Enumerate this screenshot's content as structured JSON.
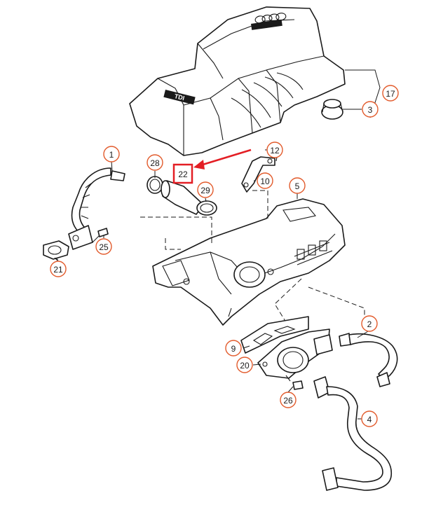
{
  "diagram": {
    "accent_color": "#e25b2c",
    "highlight_color": "#e31e24",
    "highlighted_part": "22",
    "logo": {
      "brand_rings": "audi-rings-logo",
      "badge_text": "TDI"
    },
    "callouts": [
      {
        "id": "c1",
        "label": "1"
      },
      {
        "id": "c2",
        "label": "2"
      },
      {
        "id": "c3",
        "label": "3"
      },
      {
        "id": "c4",
        "label": "4"
      },
      {
        "id": "c5",
        "label": "5"
      },
      {
        "id": "c9",
        "label": "9"
      },
      {
        "id": "c10",
        "label": "10"
      },
      {
        "id": "c12",
        "label": "12"
      },
      {
        "id": "c17",
        "label": "17"
      },
      {
        "id": "c20",
        "label": "20"
      },
      {
        "id": "c21",
        "label": "21"
      },
      {
        "id": "c22",
        "label": "22"
      },
      {
        "id": "c25",
        "label": "25"
      },
      {
        "id": "c26",
        "label": "26"
      },
      {
        "id": "c28",
        "label": "28"
      },
      {
        "id": "c29",
        "label": "29"
      }
    ]
  }
}
